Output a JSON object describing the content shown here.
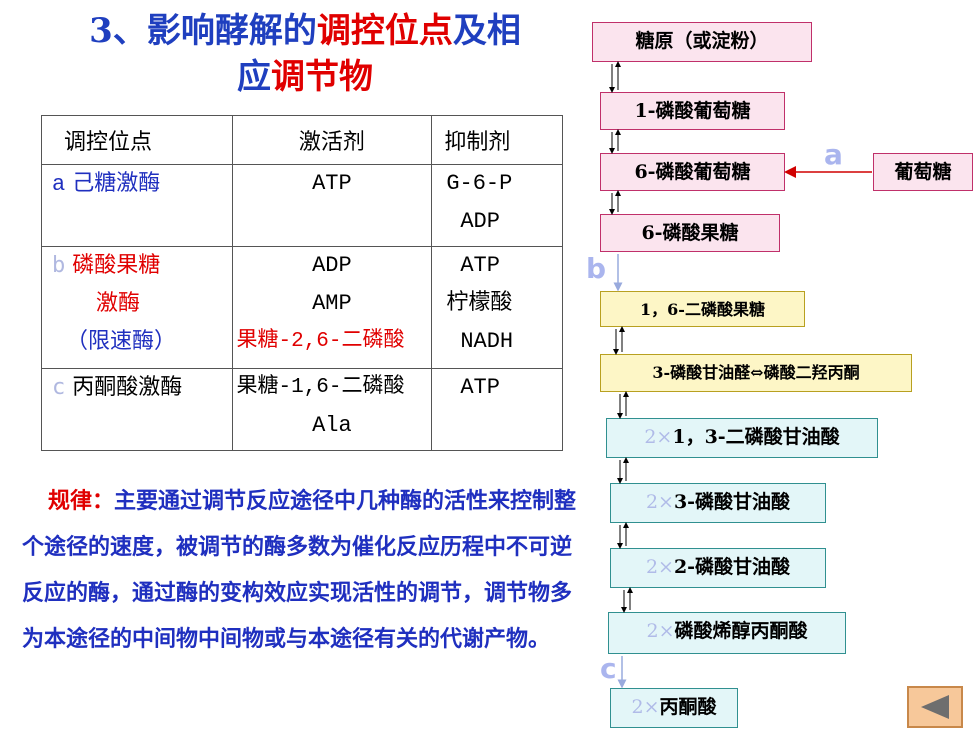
{
  "title": {
    "part1": "3、影响酵解的",
    "part2": "调控位点",
    "part3": "及相",
    "part4": "应",
    "part5": "调节物"
  },
  "table": {
    "headers": [
      "调控位点",
      "激活剂",
      "抑制剂"
    ],
    "rows": [
      {
        "label": "a",
        "site": [
          "己糖激酶",
          ""
        ],
        "activators": [
          "ATP",
          ""
        ],
        "inhibitors": [
          "G-6-P",
          "ADP"
        ]
      },
      {
        "label": "b",
        "site": [
          "磷酸果糖",
          "激酶",
          "（限速酶）"
        ],
        "activators": [
          "ADP",
          "AMP",
          "果糖-2,6-二磷酸"
        ],
        "inhibitors": [
          "ATP",
          "柠檬酸",
          "NADH"
        ]
      },
      {
        "label": "c",
        "site": [
          "丙酮酸激酶",
          ""
        ],
        "activators": [
          "果糖-1,6-二磷酸",
          "Ala"
        ],
        "inhibitors": [
          "ATP",
          ""
        ]
      }
    ]
  },
  "rule": {
    "label": "规律：",
    "text": "主要通过调节反应途径中几种酶的活性来控制整个途径的速度，被调节的酶多数为催化反应历程中不可逆反应的酶，通过酶的变构效应实现活性的调节，调节物多为本途径的中间物中间物或与本途径有关的代谢产物。"
  },
  "pathway": {
    "glycogen": "糖原（或淀粉）",
    "g1p": "1-磷酸葡萄糖",
    "g6p": "6-磷酸葡萄糖",
    "glucose": "葡萄糖",
    "f6p": "6-磷酸果糖",
    "fbp": "1，6-二磷酸果糖",
    "triose": "3-磷酸甘油醛⇔磷酸二羟丙酮",
    "bpg": "1，3-二磷酸甘油酸",
    "pg3": "3-磷酸甘油酸",
    "pg2": "2-磷酸甘油酸",
    "pep": "磷酸烯醇丙酮酸",
    "pyruvate": "丙酮酸",
    "mult": "2×",
    "label_a": "a",
    "label_b": "b",
    "label_c": "c"
  }
}
